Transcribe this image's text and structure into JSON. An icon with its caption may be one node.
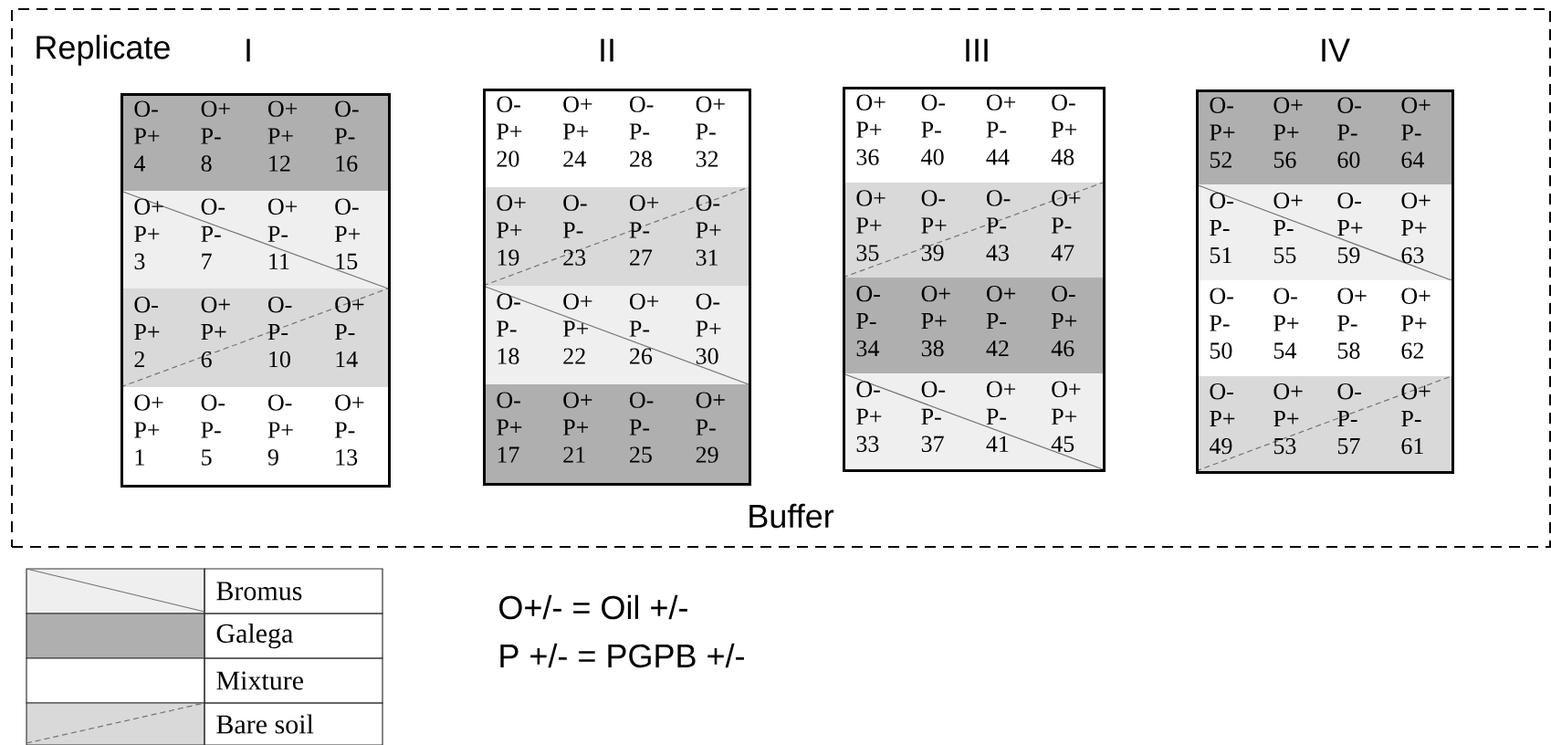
{
  "diagram": {
    "nodes": [
      {
        "text": [
          "Buffer"
        ]
      },
      {
        "text": [
          "I"
        ],
        "in": 0
      },
      {
        "text": [
          "II"
        ],
        "in": 0
      },
      {
        "text": [
          "III"
        ],
        "in": 0
      },
      {
        "text": [
          "IV"
        ],
        "in": 0
      },
      {
        "text": [
          "O-",
          "P+",
          "4"
        ],
        "in": 1
      },
      {
        "text": [
          "O+",
          "P-",
          "8"
        ],
        "in": 1
      },
      {
        "text": [
          "O+",
          "P+",
          "12"
        ],
        "in": 1
      },
      {
        "text": [
          "O-",
          "P-",
          "16"
        ],
        "in": 1
      },
      {
        "text": [
          "O+",
          "P+",
          "3"
        ],
        "in": 1
      },
      {
        "text": [
          "O-",
          "P-",
          "7"
        ],
        "in": 1
      },
      {
        "text": [
          "O+",
          "P-",
          "11"
        ],
        "in": 1
      },
      {
        "text": [
          "O-",
          "P+",
          "15"
        ],
        "in": 1
      },
      {
        "text": [
          "O-",
          "P+",
          "2"
        ],
        "in": 1
      },
      {
        "text": [
          "O+",
          "P+",
          "6"
        ],
        "in": 1
      },
      {
        "text": [
          "O-",
          "P-",
          "10"
        ],
        "in": 1
      },
      {
        "text": [
          "O+",
          "P-",
          "14"
        ],
        "in": 1
      },
      {
        "text": [
          "O+",
          "P+",
          "1"
        ],
        "in": 1
      },
      {
        "text": [
          "O-",
          "P-",
          "5"
        ],
        "in": 1
      },
      {
        "text": [
          "O-",
          "P+",
          "9"
        ],
        "in": 1
      },
      {
        "text": [
          "O+",
          "P-",
          "13"
        ],
        "in": 1
      },
      {
        "text": [
          "O-",
          "P+",
          "20"
        ],
        "in": 2
      },
      {
        "text": [
          "O+",
          "P+",
          "24"
        ],
        "in": 2
      },
      {
        "text": [
          "O-",
          "P-",
          "28"
        ],
        "in": 2
      },
      {
        "text": [
          "O+",
          "P-",
          "32"
        ],
        "in": 2
      },
      {
        "text": [
          "O+",
          "P+",
          "19"
        ],
        "in": 2
      },
      {
        "text": [
          "O-",
          "P-",
          "23"
        ],
        "in": 2
      },
      {
        "text": [
          "O+",
          "P-",
          "27"
        ],
        "in": 2
      },
      {
        "text": [
          "O-",
          "P+",
          "31"
        ],
        "in": 2
      },
      {
        "text": [
          "O-",
          "P-",
          "18"
        ],
        "in": 2
      },
      {
        "text": [
          "O+",
          "P+",
          "22"
        ],
        "in": 2
      },
      {
        "text": [
          "O+",
          "P-",
          "26"
        ],
        "in": 2
      },
      {
        "text": [
          "O-",
          "P+",
          "30"
        ],
        "in": 2
      },
      {
        "text": [
          "O-",
          "P+",
          "17"
        ],
        "in": 2
      },
      {
        "text": [
          "O+",
          "P+",
          "21"
        ],
        "in": 2
      },
      {
        "text": [
          "O-",
          "P-",
          "25"
        ],
        "in": 2
      },
      {
        "text": [
          "O+",
          "P-",
          "29"
        ],
        "in": 2
      },
      {
        "text": [
          "O+",
          "P+",
          "36"
        ],
        "in": 3
      },
      {
        "text": [
          "O-",
          "P-",
          "40"
        ],
        "in": 3
      },
      {
        "text": [
          "O+",
          "P-",
          "44"
        ],
        "in": 3
      },
      {
        "text": [
          "O-",
          "P+",
          "48"
        ],
        "in": 3
      },
      {
        "text": [
          "O+",
          "P+",
          "35"
        ],
        "in": 3
      },
      {
        "text": [
          "O-",
          "P+",
          "39"
        ],
        "in": 3
      },
      {
        "text": [
          "O-",
          "P-",
          "43"
        ],
        "in": 3
      },
      {
        "text": [
          "O+",
          "P-",
          "47"
        ],
        "in": 3
      },
      {
        "text": [
          "O-",
          "P-",
          "34"
        ],
        "in": 3
      },
      {
        "text": [
          "O+",
          "P+",
          "38"
        ],
        "in": 3
      },
      {
        "text": [
          "O+",
          "P-",
          "42"
        ],
        "in": 3
      },
      {
        "text": [
          "O-",
          "P+",
          "46"
        ],
        "in": 3
      },
      {
        "text": [
          "O-",
          "P+",
          "33"
        ],
        "in": 3
      },
      {
        "text": [
          "O-",
          "P-",
          "37"
        ],
        "in": 3
      },
      {
        "text": [
          "O+",
          "P-",
          "41"
        ],
        "in": 3
      },
      {
        "text": [
          "O+",
          "P+",
          "45"
        ],
        "in": 3
      },
      {
        "text": [
          "O-",
          "P+",
          "52"
        ],
        "in": 4
      },
      {
        "text": [
          "O+",
          "P+",
          "56"
        ],
        "in": 4
      },
      {
        "text": [
          "O-",
          "P-",
          "60"
        ],
        "in": 4
      },
      {
        "text": [
          "O+",
          "P-",
          "64"
        ],
        "in": 4
      },
      {
        "text": [
          "O-",
          "P-",
          "51"
        ],
        "in": 4
      },
      {
        "text": [
          "O+",
          "P-",
          "55"
        ],
        "in": 4
      },
      {
        "text": [
          "O-",
          "P+",
          "59"
        ],
        "in": 4
      },
      {
        "text": [
          "O+",
          "P+",
          "63"
        ],
        "in": 4
      },
      {
        "text": [
          "O-",
          "P-",
          "50"
        ],
        "in": 4
      },
      {
        "text": [
          "O-",
          "P+",
          "54"
        ],
        "in": 4
      },
      {
        "text": [
          "O+",
          "P-",
          "58"
        ],
        "in": 4
      },
      {
        "text": [
          "O+",
          "P+",
          "62"
        ],
        "in": 4
      },
      {
        "text": [
          "O-",
          "P+",
          "49"
        ],
        "in": 4
      },
      {
        "text": [
          "O+",
          "P+",
          "53"
        ],
        "in": 4
      },
      {
        "text": [
          "O-",
          "P-",
          "57"
        ],
        "in": 4
      },
      {
        "text": [
          "O+",
          "P-",
          "61"
        ],
        "in": 4
      }
    ],
    "labels": [
      "Replicate",
      "O+/- = Oil +/-",
      "P +/- = PGPB +/-"
    ],
    "legend": [
      {
        "text": "Bromus",
        "color": "#efefef"
      },
      {
        "text": "Galega",
        "color": "#afafaf"
      },
      {
        "text": "Mixture",
        "color": "#ffffff"
      },
      {
        "text": "Bare soil",
        "color": "#d9d9d9"
      }
    ]
  }
}
